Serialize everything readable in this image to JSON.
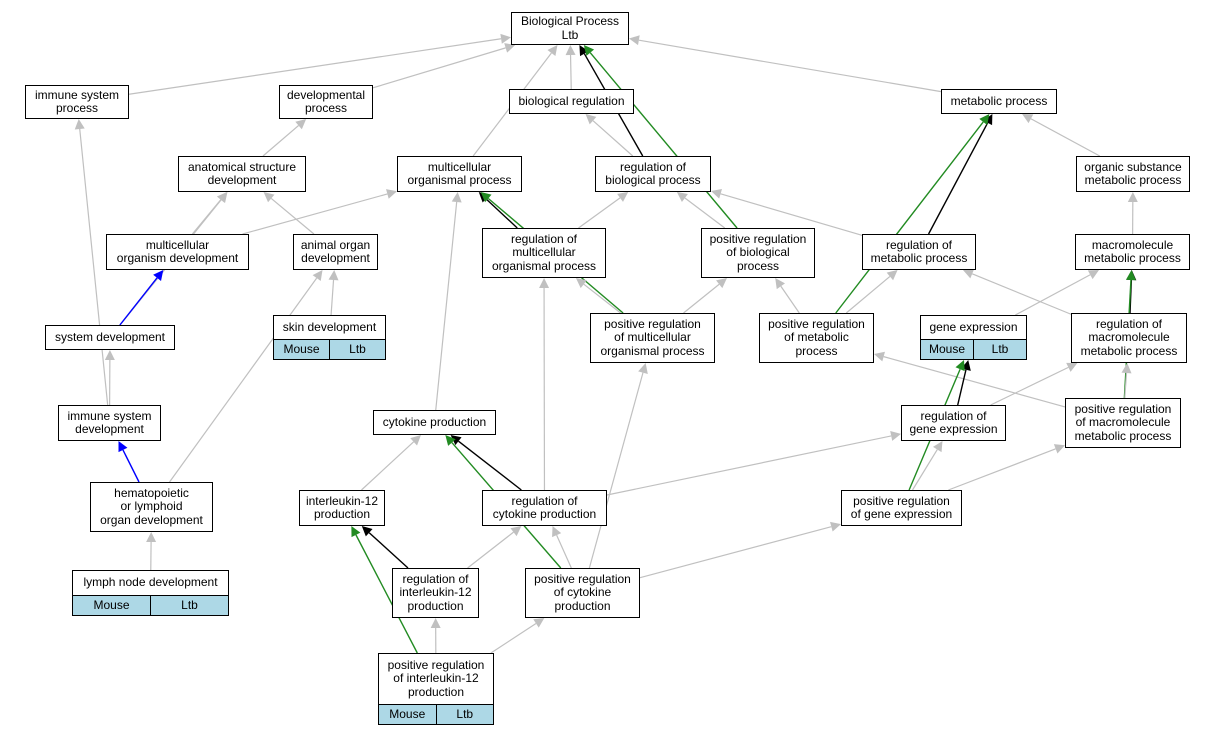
{
  "colors": {
    "is_a": "#c0c0c0",
    "regulates": "#000000",
    "positively_regulates": "#228b22",
    "part_of": "#0000ff",
    "annotation_fill": "#add8e6"
  },
  "nodes": [
    {
      "id": "biological_process",
      "label": "Biological Process\nLtb"
    },
    {
      "id": "immune_system_process",
      "label": "immune system\nprocess"
    },
    {
      "id": "developmental_process",
      "label": "developmental\nprocess"
    },
    {
      "id": "biological_regulation",
      "label": "biological regulation"
    },
    {
      "id": "metabolic_process",
      "label": "metabolic process"
    },
    {
      "id": "anatomical_structure_development",
      "label": "anatomical structure\ndevelopment"
    },
    {
      "id": "multicellular_organismal_process",
      "label": "multicellular\norganismal process"
    },
    {
      "id": "regulation_of_biological_process",
      "label": "regulation of\nbiological process"
    },
    {
      "id": "organic_substance_metabolic_process",
      "label": "organic substance\nmetabolic process"
    },
    {
      "id": "multicellular_organism_development",
      "label": "multicellular\norganism development"
    },
    {
      "id": "animal_organ_development",
      "label": "animal organ\ndevelopment"
    },
    {
      "id": "regulation_of_multicellular_organismal_process",
      "label": "regulation of\nmulticellular\norganismal process"
    },
    {
      "id": "positive_regulation_of_biological_process",
      "label": "positive regulation\nof biological\nprocess"
    },
    {
      "id": "regulation_of_metabolic_process",
      "label": "regulation of\nmetabolic process"
    },
    {
      "id": "macromolecule_metabolic_process",
      "label": "macromolecule\nmetabolic process"
    },
    {
      "id": "skin_development",
      "label": "skin development",
      "annotations": [
        "Mouse",
        "Ltb"
      ]
    },
    {
      "id": "system_development",
      "label": "system development"
    },
    {
      "id": "positive_regulation_of_multicellular_organismal_process",
      "label": "positive regulation\nof multicellular\norganismal process"
    },
    {
      "id": "positive_regulation_of_metabolic_process",
      "label": "positive regulation\nof metabolic\nprocess"
    },
    {
      "id": "gene_expression",
      "label": "gene expression",
      "annotations": [
        "Mouse",
        "Ltb"
      ]
    },
    {
      "id": "regulation_of_macromolecule_metabolic_process",
      "label": "regulation of\nmacromolecule\nmetabolic process"
    },
    {
      "id": "immune_system_development",
      "label": "immune system\ndevelopment"
    },
    {
      "id": "cytokine_production",
      "label": "cytokine production"
    },
    {
      "id": "regulation_of_gene_expression",
      "label": "regulation of\ngene expression"
    },
    {
      "id": "positive_regulation_of_macromolecule_metabolic_process",
      "label": "positive regulation\nof macromolecule\nmetabolic process"
    },
    {
      "id": "hematopoietic_or_lymphoid_organ_development",
      "label": "hematopoietic\nor lymphoid\norgan development"
    },
    {
      "id": "interleukin_12_production",
      "label": "interleukin-12\nproduction"
    },
    {
      "id": "regulation_of_cytokine_production",
      "label": "regulation of\ncytokine production"
    },
    {
      "id": "positive_regulation_of_gene_expression",
      "label": "positive regulation\nof gene expression"
    },
    {
      "id": "lymph_node_development",
      "label": "lymph node development",
      "annotations": [
        "Mouse",
        "Ltb"
      ]
    },
    {
      "id": "regulation_of_interleukin_12_production",
      "label": "regulation of\ninterleukin-12\nproduction"
    },
    {
      "id": "positive_regulation_of_cytokine_production",
      "label": "positive regulation\nof cytokine\nproduction"
    },
    {
      "id": "positive_regulation_of_interleukin_12_production",
      "label": "positive regulation\nof interleukin-12\nproduction",
      "annotations": [
        "Mouse",
        "Ltb"
      ]
    }
  ],
  "edges": [
    {
      "from": "immune_system_process",
      "to": "biological_process",
      "type": "is_a"
    },
    {
      "from": "developmental_process",
      "to": "biological_process",
      "type": "is_a"
    },
    {
      "from": "multicellular_organismal_process",
      "to": "biological_process",
      "type": "is_a"
    },
    {
      "from": "biological_regulation",
      "to": "biological_process",
      "type": "is_a"
    },
    {
      "from": "metabolic_process",
      "to": "biological_process",
      "type": "is_a"
    },
    {
      "from": "regulation_of_biological_process",
      "to": "biological_process",
      "type": "regulates"
    },
    {
      "from": "positive_regulation_of_biological_process",
      "to": "biological_process",
      "type": "positively_regulates"
    },
    {
      "from": "anatomical_structure_development",
      "to": "developmental_process",
      "type": "is_a"
    },
    {
      "from": "regulation_of_biological_process",
      "to": "biological_regulation",
      "type": "is_a"
    },
    {
      "from": "organic_substance_metabolic_process",
      "to": "metabolic_process",
      "type": "is_a"
    },
    {
      "from": "regulation_of_metabolic_process",
      "to": "metabolic_process",
      "type": "regulates"
    },
    {
      "from": "positive_regulation_of_metabolic_process",
      "to": "metabolic_process",
      "type": "positively_regulates"
    },
    {
      "from": "multicellular_organism_development",
      "to": "anatomical_structure_development",
      "type": "is_a"
    },
    {
      "from": "animal_organ_development",
      "to": "anatomical_structure_development",
      "type": "is_a"
    },
    {
      "from": "system_development",
      "to": "anatomical_structure_development",
      "type": "is_a"
    },
    {
      "from": "multicellular_organism_development",
      "to": "multicellular_organismal_process",
      "type": "is_a"
    },
    {
      "from": "regulation_of_multicellular_organismal_process",
      "to": "multicellular_organismal_process",
      "type": "regulates"
    },
    {
      "from": "positive_regulation_of_multicellular_organismal_process",
      "to": "multicellular_organismal_process",
      "type": "positively_regulates"
    },
    {
      "from": "cytokine_production",
      "to": "multicellular_organismal_process",
      "type": "is_a"
    },
    {
      "from": "regulation_of_multicellular_organismal_process",
      "to": "regulation_of_biological_process",
      "type": "is_a"
    },
    {
      "from": "positive_regulation_of_biological_process",
      "to": "regulation_of_biological_process",
      "type": "is_a"
    },
    {
      "from": "regulation_of_metabolic_process",
      "to": "regulation_of_biological_process",
      "type": "is_a"
    },
    {
      "from": "macromolecule_metabolic_process",
      "to": "organic_substance_metabolic_process",
      "type": "is_a"
    },
    {
      "from": "system_development",
      "to": "multicellular_organism_development",
      "type": "part_of"
    },
    {
      "from": "skin_development",
      "to": "animal_organ_development",
      "type": "is_a"
    },
    {
      "from": "hematopoietic_or_lymphoid_organ_development",
      "to": "animal_organ_development",
      "type": "is_a"
    },
    {
      "from": "positive_regulation_of_multicellular_organismal_process",
      "to": "regulation_of_multicellular_organismal_process",
      "type": "is_a"
    },
    {
      "from": "regulation_of_cytokine_production",
      "to": "regulation_of_multicellular_organismal_process",
      "type": "is_a"
    },
    {
      "from": "positive_regulation_of_multicellular_organismal_process",
      "to": "positive_regulation_of_biological_process",
      "type": "is_a"
    },
    {
      "from": "positive_regulation_of_metabolic_process",
      "to": "positive_regulation_of_biological_process",
      "type": "is_a"
    },
    {
      "from": "positive_regulation_of_metabolic_process",
      "to": "regulation_of_metabolic_process",
      "type": "is_a"
    },
    {
      "from": "regulation_of_macromolecule_metabolic_process",
      "to": "regulation_of_metabolic_process",
      "type": "is_a"
    },
    {
      "from": "gene_expression",
      "to": "macromolecule_metabolic_process",
      "type": "is_a"
    },
    {
      "from": "regulation_of_macromolecule_metabolic_process",
      "to": "macromolecule_metabolic_process",
      "type": "regulates"
    },
    {
      "from": "positive_regulation_of_macromolecule_metabolic_process",
      "to": "macromolecule_metabolic_process",
      "type": "positively_regulates"
    },
    {
      "from": "immune_system_development",
      "to": "system_development",
      "type": "is_a"
    },
    {
      "from": "positive_regulation_of_cytokine_production",
      "to": "positive_regulation_of_multicellular_organismal_process",
      "type": "is_a"
    },
    {
      "from": "positive_regulation_of_macromolecule_metabolic_process",
      "to": "positive_regulation_of_metabolic_process",
      "type": "is_a"
    },
    {
      "from": "regulation_of_gene_expression",
      "to": "gene_expression",
      "type": "regulates"
    },
    {
      "from": "positive_regulation_of_gene_expression",
      "to": "gene_expression",
      "type": "positively_regulates"
    },
    {
      "from": "regulation_of_gene_expression",
      "to": "regulation_of_macromolecule_metabolic_process",
      "type": "is_a"
    },
    {
      "from": "positive_regulation_of_macromolecule_metabolic_process",
      "to": "regulation_of_macromolecule_metabolic_process",
      "type": "is_a"
    },
    {
      "from": "immune_system_development",
      "to": "immune_system_process",
      "type": "is_a"
    },
    {
      "from": "hematopoietic_or_lymphoid_organ_development",
      "to": "immune_system_development",
      "type": "part_of"
    },
    {
      "from": "interleukin_12_production",
      "to": "cytokine_production",
      "type": "is_a"
    },
    {
      "from": "regulation_of_cytokine_production",
      "to": "cytokine_production",
      "type": "regulates"
    },
    {
      "from": "positive_regulation_of_cytokine_production",
      "to": "cytokine_production",
      "type": "positively_regulates"
    },
    {
      "from": "regulation_of_cytokine_production",
      "to": "regulation_of_gene_expression",
      "type": "is_a"
    },
    {
      "from": "positive_regulation_of_gene_expression",
      "to": "regulation_of_gene_expression",
      "type": "is_a"
    },
    {
      "from": "positive_regulation_of_gene_expression",
      "to": "positive_regulation_of_macromolecule_metabolic_process",
      "type": "is_a"
    },
    {
      "from": "lymph_node_development",
      "to": "hematopoietic_or_lymphoid_organ_development",
      "type": "is_a"
    },
    {
      "from": "regulation_of_interleukin_12_production",
      "to": "interleukin_12_production",
      "type": "regulates"
    },
    {
      "from": "positive_regulation_of_interleukin_12_production",
      "to": "interleukin_12_production",
      "type": "positively_regulates"
    },
    {
      "from": "regulation_of_interleukin_12_production",
      "to": "regulation_of_cytokine_production",
      "type": "is_a"
    },
    {
      "from": "positive_regulation_of_cytokine_production",
      "to": "regulation_of_cytokine_production",
      "type": "is_a"
    },
    {
      "from": "positive_regulation_of_cytokine_production",
      "to": "positive_regulation_of_gene_expression",
      "type": "is_a"
    },
    {
      "from": "positive_regulation_of_interleukin_12_production",
      "to": "regulation_of_interleukin_12_production",
      "type": "is_a"
    },
    {
      "from": "positive_regulation_of_interleukin_12_production",
      "to": "positive_regulation_of_cytokine_production",
      "type": "is_a"
    }
  ]
}
